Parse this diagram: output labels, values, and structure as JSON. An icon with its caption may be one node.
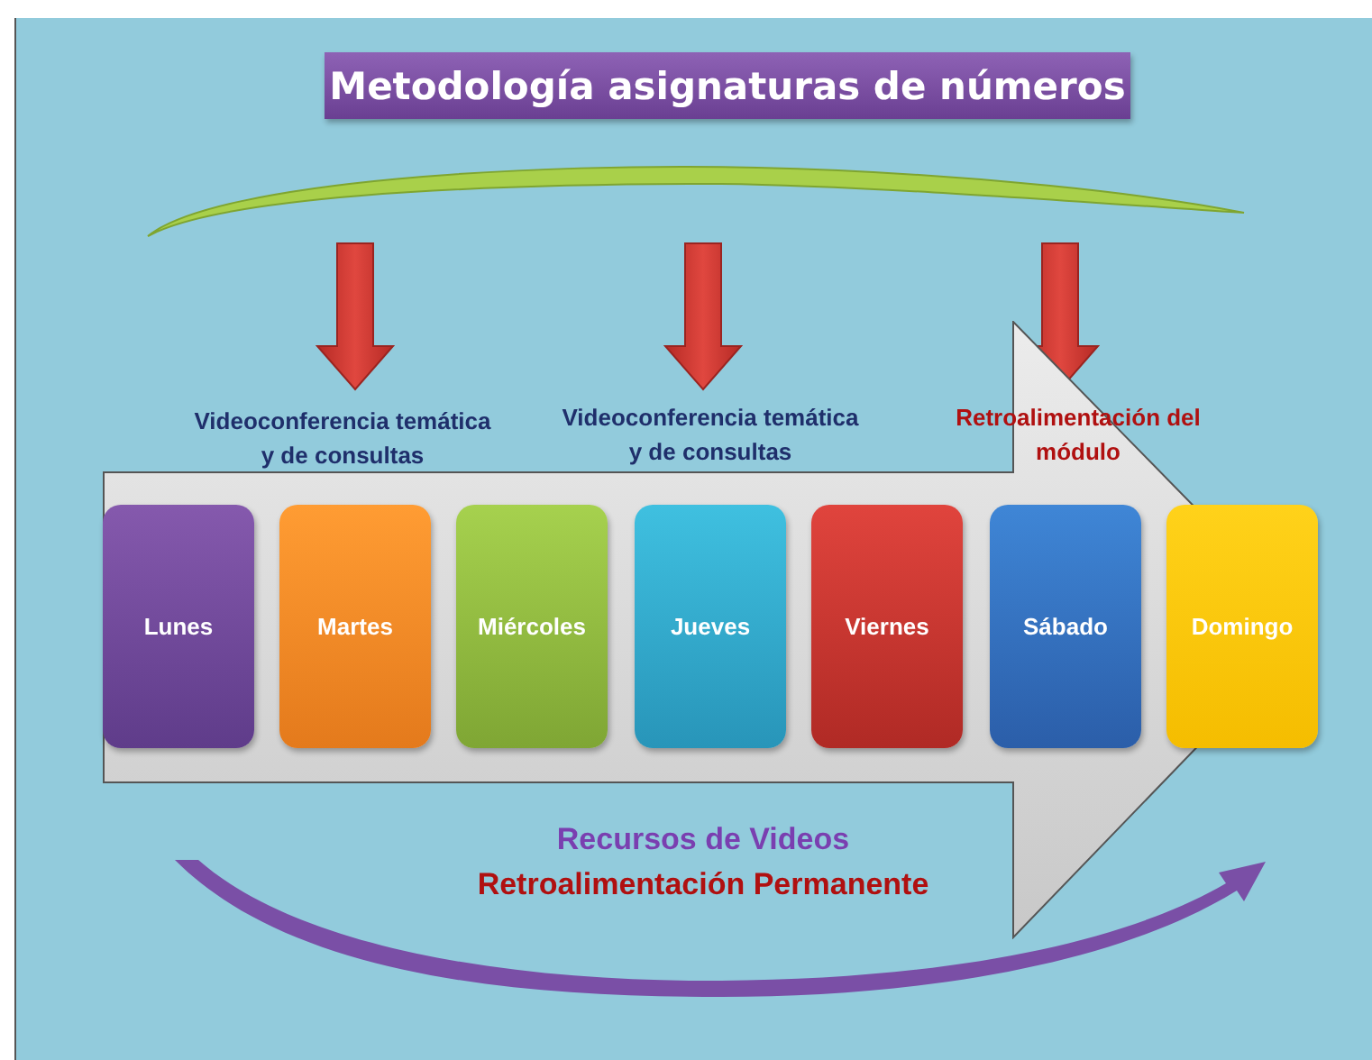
{
  "diagram": {
    "title": "Metodología asignaturas de números",
    "nodes": [
      {
        "text": [],
        "shape": "arrow"
      },
      {
        "text": [
          "Lunes"
        ],
        "in": 0
      },
      {
        "text": [
          "Martes"
        ],
        "in": 0
      },
      {
        "text": [
          "Miércoles"
        ],
        "in": 0
      },
      {
        "text": [
          "Jueves"
        ],
        "in": 0
      },
      {
        "text": [
          "Viernes"
        ],
        "in": 0
      },
      {
        "text": [
          "Sábado"
        ],
        "in": 0
      },
      {
        "text": [
          "Domingo"
        ],
        "in": 0
      }
    ],
    "edges": [],
    "labels": [
      "Videoconferencia temática y de consultas",
      "Videoconferencia temática y de consultas",
      "Retroalimentación del módulo",
      "Recursos de Videos",
      "Retroalimentación Permanente"
    ]
  }
}
